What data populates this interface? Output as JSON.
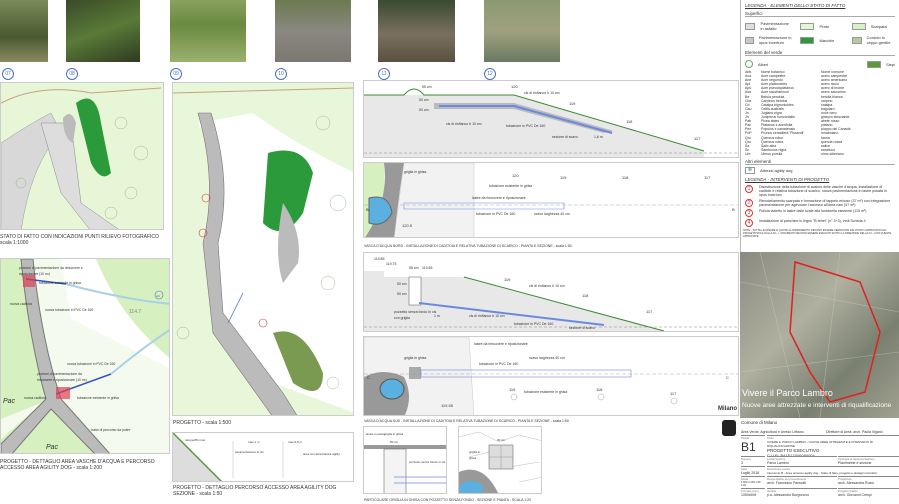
{
  "photos": {
    "labels": [
      "07",
      "08",
      "09",
      "10",
      "11",
      "12"
    ]
  },
  "left": {
    "caption_top": "STATO DI FATTO CON INDICAZIONI PUNTI RILIEVO FOTOGRAFICO",
    "caption_top_scale": "scala 1:1000",
    "labels": [
      "porzioni di pavimentazione da rimuovere e riposizionare (10 m²)",
      "tubazione esistente in ghisa",
      "nuova caditoia",
      "nuova tubazione in PVC De 160",
      "114.7",
      "nuova tubazione in PVC De 160",
      "porzioni di pavimentazione da rimuovere e riposizionare (10 m²)",
      "nuova caditoia",
      "tubazione esistente in ghisa",
      "tratto di percorso da pulire",
      "Pac",
      "Pac",
      "A0"
    ],
    "caption_bottom": "PROGETTO - DETTAGLIO AREA VASCHE D'ACQUA E PERCORSO ACCESSO AREA AGILITY DOG - scala 1:200"
  },
  "middle": {
    "caption_map": "PROGETTO - scala 1:500",
    "section_labels": [
      "rampa 8% max",
      "max 1 m",
      "max 0,5 m",
      "pavimentazione in cls",
      "area con attrezzatura agility"
    ],
    "caption_section": "PROGETTO - DETTAGLIO PERCORSO ACCESSO AREA AGILITY DOG SEZIONE - scala 1:50"
  },
  "sections": {
    "s1": {
      "labels": [
        "55 cm",
        "50 cm",
        "50 cm",
        "cls di rinfianco h 10 cm",
        "tubazione in PVC De 160",
        "sezione di scavo",
        "cls di rinfianco h 10 cm",
        "1,6 m"
      ],
      "levels": [
        "120",
        "119",
        "118",
        "117"
      ]
    },
    "plan1": {
      "labels": [
        "griglia in ghisa",
        "tubazione esistente in ghisa",
        "lastre da rimuovere e riposizionare",
        "tubazione in PVC De 160",
        "scavo larghezza 40 cm",
        "120",
        "119",
        "118",
        "117",
        "120.5",
        "B",
        "B"
      ]
    },
    "caption1": "VASCA D'ACQUA NORD - INSTALLAZIONE DI CADITOIA E RELATIVA TUBAZIONE DI SCARICO - PIANTA E SEZIONE - scala 1:50",
    "s2": {
      "labels": [
        "55 cm",
        "50 cm",
        "50 cm",
        "pozzetto senza fondo in cls con griglia",
        "cls di rinfianco h 10 cm",
        "cls di rinfianco h 10 cm",
        "tubazione in PVC De 160",
        "sezione di scavo",
        "1 m"
      ],
      "levels": [
        "119.85",
        "119.75",
        "119.55",
        "119",
        "118",
        "117"
      ]
    },
    "plan2": {
      "labels": [
        "lastre da rimuovere e riposizionare",
        "griglia in ghisa",
        "tubazione in PVC De 160",
        "scavo larghezza 40 cm",
        "tubazione esistente in ghisa",
        "119.55",
        "119",
        "118",
        "117",
        "C",
        "C"
      ]
    },
    "caption2": "VASCA D'ACQUA SUD - INSTALLAZIONE DI CADITOIA E RELATIVA TUBAZIONE DI SCARICO - PIANTA E SEZIONE - scala 1:50",
    "detail_labels": [
      "lastra in pietra",
      "griglia in ghisa",
      "50 cm",
      "pozzetto senza fondo in cls",
      "30 cm",
      "griglia in ghisa"
    ],
    "caption3": "PARTICOLARE GRIGLIA IN GHISA CON POZZETTO SENZA FONDO - SEZIONE E PIANTA - SCALA 1:20"
  },
  "legend": {
    "title": "LEGENDA - ELEMENTI DELLO STATO DI FATTO",
    "surfaces_title": "Superfici",
    "surfaces": [
      {
        "label": "Pavimentazione in asfalto",
        "color": "#dddddd"
      },
      {
        "label": "Prato",
        "color": "#e4f7d4"
      },
      {
        "label": "Scarpata",
        "color": "#d9f0c4"
      },
      {
        "label": "Pavimentazione in opus incertum",
        "color": "#c8c8c8"
      },
      {
        "label": "Macchie",
        "color": "#2a9a3a"
      },
      {
        "label": "Cordolo in ceppo gentile",
        "color": "#b8c8a0"
      }
    ],
    "green_title": "Elementi del verde",
    "alberi": "Alberi",
    "siepi": "Siepi",
    "table_headers": [
      "Abb.",
      "Nome botanico",
      "Nome comune"
    ],
    "species": [
      [
        "Aca",
        "Acer campestre",
        "acero campestre"
      ],
      [
        "Ane",
        "Acer negundo",
        "acero americano"
      ],
      [
        "Apl",
        "Acer platanoides",
        "acero riccio"
      ],
      [
        "Aps",
        "Acer pseudoplatanus",
        "acero di monte"
      ],
      [
        "Asa",
        "Acer saccharinum",
        "acero saccarino"
      ],
      [
        "Be",
        "Betula pendula",
        "betulla bianca"
      ],
      [
        "Cbe",
        "Carpinus betulus",
        "carpino"
      ],
      [
        "Cd",
        "Catalpa bignonioides",
        "catalpa"
      ],
      [
        "Cau",
        "Celtis australis",
        "bagolaro"
      ],
      [
        "Jn",
        "Juglans nigra",
        "noce nero"
      ],
      [
        "Jh",
        "Juniperus horizontalis",
        "ginepro strisciante"
      ],
      [
        "Pab",
        "Picea abies",
        "abete rosso"
      ],
      [
        "Pac",
        "Platanus x acerifolia",
        "platano"
      ],
      [
        "Pex",
        "Populus x canadensis",
        "pioppo del Canadà"
      ],
      [
        "PoP",
        "Prunus cerasifera 'Pissardii'",
        "mirabolano"
      ],
      [
        "Qro",
        "Quercus robur",
        "farnia"
      ],
      [
        "Qru",
        "Quercus rubra",
        "quercia rossa"
      ],
      [
        "Sa",
        "Salix alba",
        "salice"
      ],
      [
        "Sn",
        "Sambucus nigra",
        "sambuco"
      ],
      [
        "Um",
        "Ulmus pumila",
        "olmo siberiano"
      ]
    ],
    "other_title": "Altri elementi",
    "agility": "Attrezzi agility dog",
    "project_title": "LEGENDA - INTERVENTI DI PROGETTO",
    "interventions": [
      {
        "n": "1",
        "text": "Disostruzione della tubazione di scarico delle vasche d'acqua, installazione di caditoie e relativa tubazione di scarico, nuova pavimentazione in lastre posata in opus incertum"
      },
      {
        "n": "2",
        "text": "Rimodellamento scarpata e formazione di tappeto erboso (37 m²) con integrazione pavimentazione per agevolare l'accesso all'area cani (37 m²)"
      },
      {
        "n": "3",
        "text": "Pulizia vialetto in lastre dalle scale alla fontanella esistente (115 m²)"
      },
      {
        "n": "4",
        "text": "Installazione di panchine in legno \"B tebet\" (n° 3+3), vedi Scheda 4"
      }
    ],
    "note": "NOTE - TUTTE LE MISURE E QUOTE AL RIFERIMENTO DEVONO ESSERE VERIFICATE DAL POSTO APPROVATO DAL PROGETTISTA E DALLA D.L. / I PAVIMENTI DEVONO ESSERE ESEGUITI SOTTO LA DIREZIONE DELLA D.L. CON QUESTE APPROVATE"
  },
  "banner": {
    "title": "Vivere il Parco Lambro",
    "subtitle": "Nuove aree attrezzate e interventi di riqualificazione"
  },
  "titleblock": {
    "city": "Milano",
    "comune": "Comune di Milano",
    "area": "Area Verde, Agricoltura e Arredo Urbano",
    "director": "Direttore di Area: arch. Paola Viganò",
    "tavola_label": "Tavola",
    "tavola": "B1",
    "titolo_label": "Titolo",
    "titolo": "VIVERE IL PARCO LAMBRO - NUOVE AREE ATTREZZATE E INTERVENTI DI RIQUALIFICAZIONE",
    "fase": "PROGETTO ESECUTIVO",
    "cup": "C.U.P.: B41E17000080004",
    "numero_label": "Numero",
    "numero": "3",
    "loc_label": "Localizzazione",
    "loc": "Parco Lambro",
    "tip_label": "Tipologia di rappresentazione",
    "tip": "Planimetrie e sezione",
    "data_label": "Data",
    "data": "Luglio 2018",
    "desc_label": "Descrizione tavola",
    "desc": "Intervento B - Area accesso agility dog - Stato di fatto, progetto e dettagli costruttivi",
    "scala_label": "Scala",
    "scala": "1:500 1:200 1:50 1:20",
    "rup_label": "Responsabile del procedimento",
    "rup": "arch. Francesco Paravati",
    "prog_label": "Progettista",
    "prog": "arch. Alessandra Rossi",
    "file_label": "Formato (mm)",
    "file": "1050x594",
    "verif_label": "Verifica",
    "verif": "p.a. Alessandro Borgonovo",
    "prog2_label": "Progetto grafico",
    "prog2": "arch. Giovanni Crespi"
  }
}
